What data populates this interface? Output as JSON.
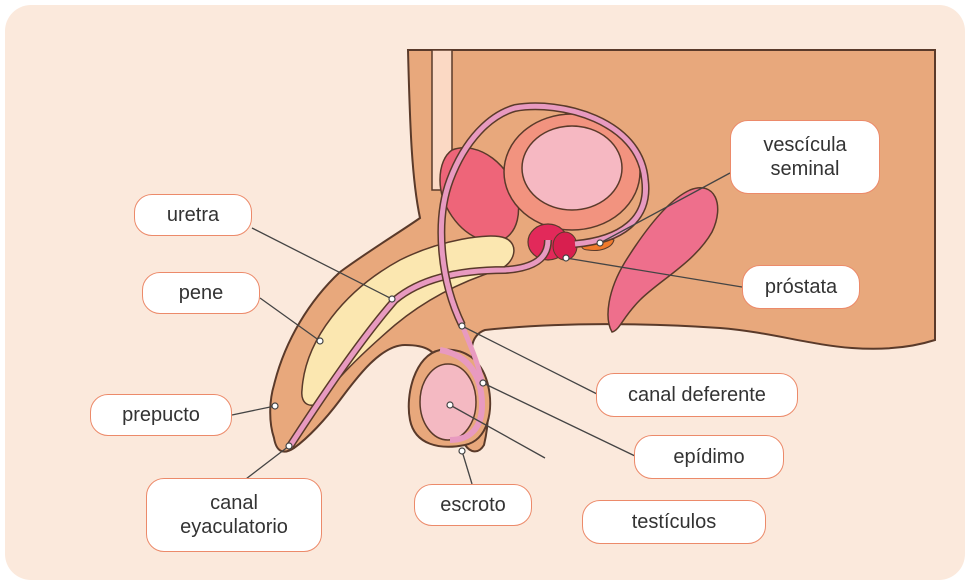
{
  "labels": {
    "uretra": "uretra",
    "pene": "pene",
    "prepucto": "prepucto",
    "canal_eyaculatorio": "canal\neyaculatorio",
    "escroto": "escroto",
    "testiculos": "testículos",
    "epidimo": "epídimo",
    "canal_deferente": "canal deferente",
    "prostata": "próstata",
    "vescicula_seminal": "vescícula\nseminal"
  },
  "colors": {
    "background": "#fbe9dc",
    "body": "#e8a87c",
    "outline": "#5a3a2a",
    "urethra": "#e89ac0",
    "penis_shaft": "#fbe7b0",
    "bladder_outer": "#f2937f",
    "bladder_inner": "#f6b8c2",
    "prostate": "#e2295a",
    "seminal_vesicle": "#f07a2c",
    "rectum": "#ee6f8c",
    "pubic_bone": "#ee6579",
    "testicle": "#f4b9c2",
    "label_border": "#ec8a6a",
    "leader_line": "#444444"
  }
}
